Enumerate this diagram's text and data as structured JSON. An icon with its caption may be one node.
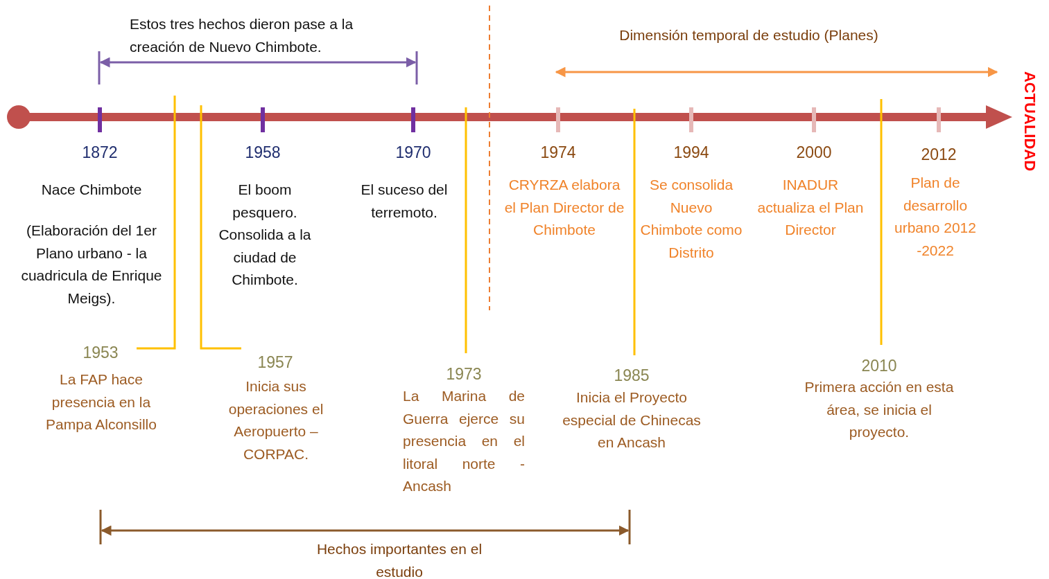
{
  "diagram": {
    "labels": [
      "Estos tres hechos dieron pase a la creación de Nuevo Chimbote.",
      "Dimensión temporal de estudio (Planes)",
      "ACTUALIDAD",
      "1872",
      "1958",
      "1970",
      "1974",
      "1994",
      "2000",
      "2012",
      "Nace Chimbote",
      "(Elaboración del 1er Plano urbano - la cuadricula de Enrique Meigs).",
      "El boom pesquero. Consolida a la ciudad de Chimbote.",
      "El suceso del terremoto.",
      "CRYRZA elabora el Plan Director de Chimbote",
      "Se consolida Nuevo Chimbote como Distrito",
      "INADUR actualiza el Plan Director",
      "Plan de desarrollo urbano 2012 -2022",
      "1953",
      "La FAP hace presencia en la Pampa Alconsillo",
      "1957",
      "Inicia sus operaciones el Aeropuerto – CORPAC.",
      "1973",
      "La Marina de Guerra ejerce su presencia en el litoral norte - Ancash",
      "1985",
      "Inicia el Proyecto especial de Chinecas en Ancash",
      "2010",
      "Primera acción en esta área, se inicia el proyecto.",
      "Hechos importantes en el estudio"
    ]
  }
}
